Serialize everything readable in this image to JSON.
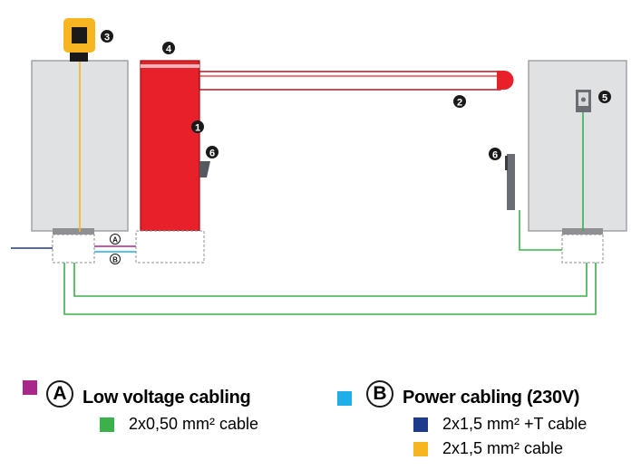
{
  "callouts": {
    "c1": "1",
    "c2": "2",
    "c3": "3",
    "c4": "4",
    "c5": "5",
    "c6a": "6",
    "c6b": "6"
  },
  "cable_markers": {
    "a": "A",
    "b": "B"
  },
  "legend": {
    "a": {
      "letter": "A",
      "title": "Low voltage cabling",
      "color": "#a8288a",
      "items": [
        {
          "label": "2x0,50 mm² cable",
          "color": "#3cb04a"
        }
      ]
    },
    "b": {
      "letter": "B",
      "title": "Power cabling (230V)",
      "color": "#1eaee8",
      "items": [
        {
          "label": "2x1,5 mm² +T cable",
          "color": "#1e3a8c"
        },
        {
          "label": "2x1,5 mm² cable",
          "color": "#f7b520"
        }
      ]
    }
  },
  "colors": {
    "barrier_red": "#e8202a",
    "pillar_gray": "#e0e1e2",
    "low_voltage_green": "#3cb04a",
    "mains_blue": "#1e3a8c",
    "lamp_yellow": "#f7b520",
    "sensor_purple": "#a8288a",
    "sensor_cyan": "#1eaee8"
  },
  "icons": {
    "lamp": "flashing-lamp-icon",
    "selector": "key-selector-icon",
    "photocell": "photocell-icon"
  }
}
